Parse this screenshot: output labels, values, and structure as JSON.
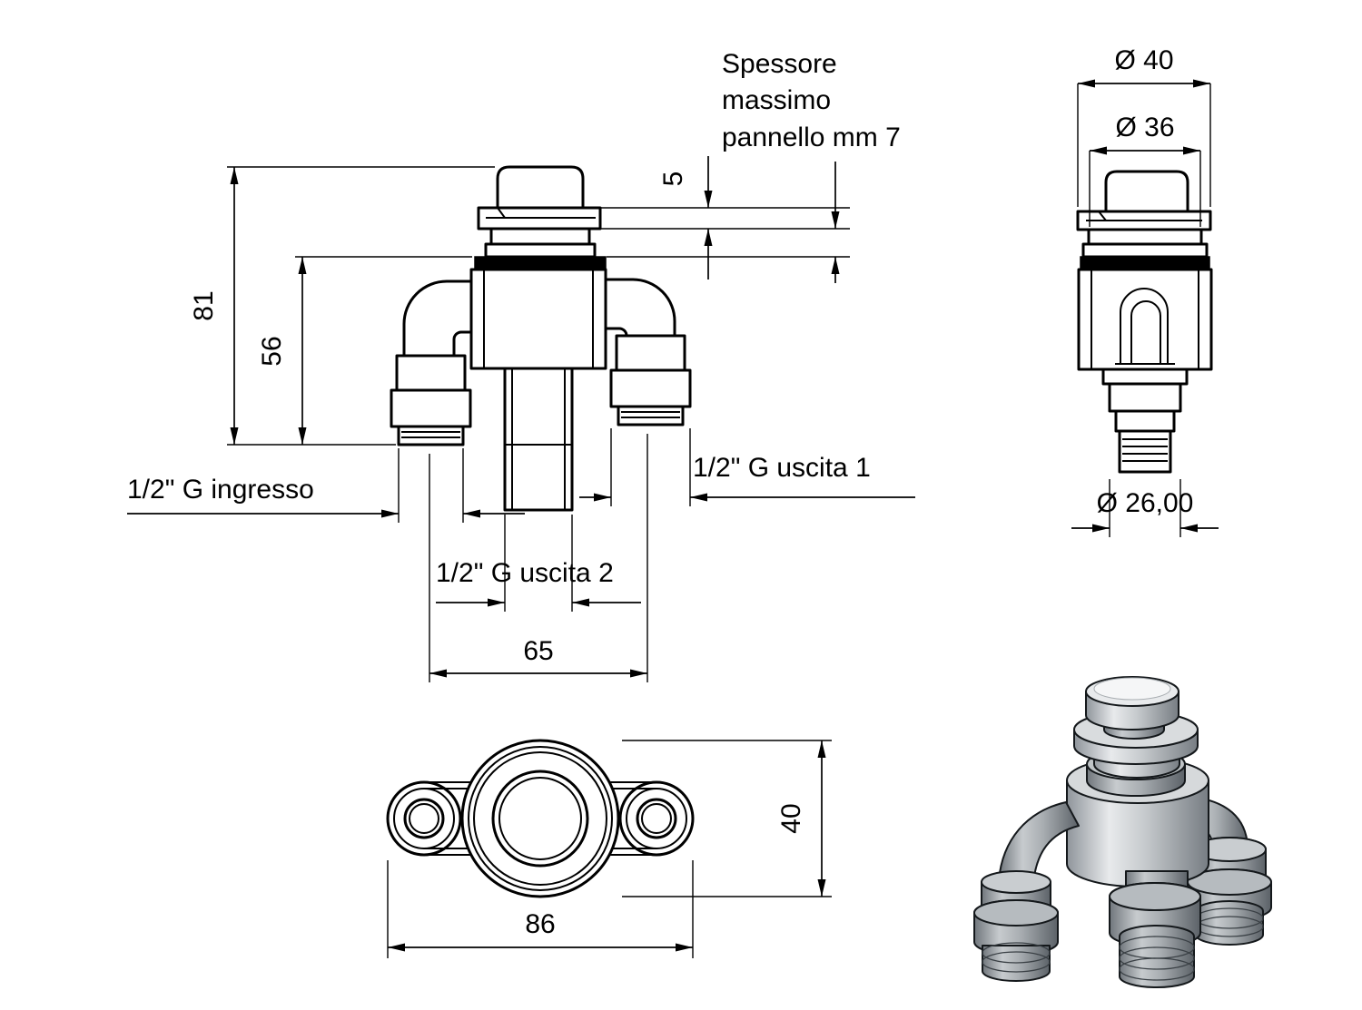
{
  "labels": {
    "note_line1": "Spessore",
    "note_line2": "massimo",
    "note_line3": "pannello mm 7",
    "dim_panel_gap": "5",
    "dim_height_total": "81",
    "dim_height_body": "56",
    "label_inlet": "1/2\" G ingresso",
    "label_outlet1": "1/2\" G uscita 1",
    "label_outlet2": "1/2\" G uscita 2",
    "dim_center_distance": "65",
    "dia_top": "Ø 40",
    "dia_mid": "Ø 36",
    "dia_bottom": "Ø 26,00",
    "dim_width": "86",
    "dim_depth": "40"
  },
  "colors": {
    "line": "#000000",
    "background": "#ffffff"
  }
}
